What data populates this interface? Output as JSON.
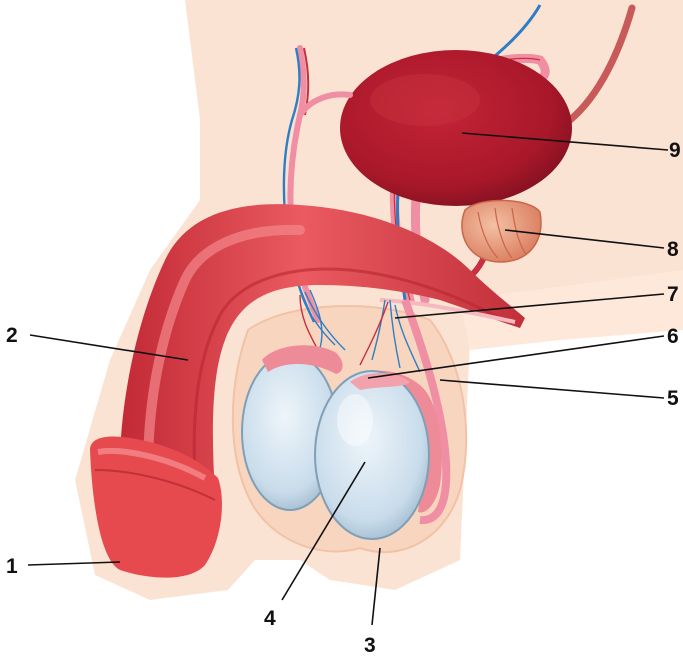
{
  "labels": {
    "l1": "1",
    "l2": "2",
    "l3": "3",
    "l4": "4",
    "l5": "5",
    "l6": "6",
    "l7": "7",
    "l8": "8",
    "l9": "9"
  },
  "colors": {
    "skin": "#fbe3d3",
    "skin_edge": "#f6cdb3",
    "penis_red": "#e1444b",
    "penis_dark": "#b7262f",
    "bladder": "#a8182a",
    "bladder_dark": "#7b0f1e",
    "testis_blue": "#cfe1ee",
    "testis_edge": "#7f9fb7",
    "duct_pink": "#f08fa3",
    "artery": "#c63040",
    "vein": "#2f7ec4",
    "epididymis": "#ee8b98",
    "gland_orange": "#e8a07f"
  }
}
